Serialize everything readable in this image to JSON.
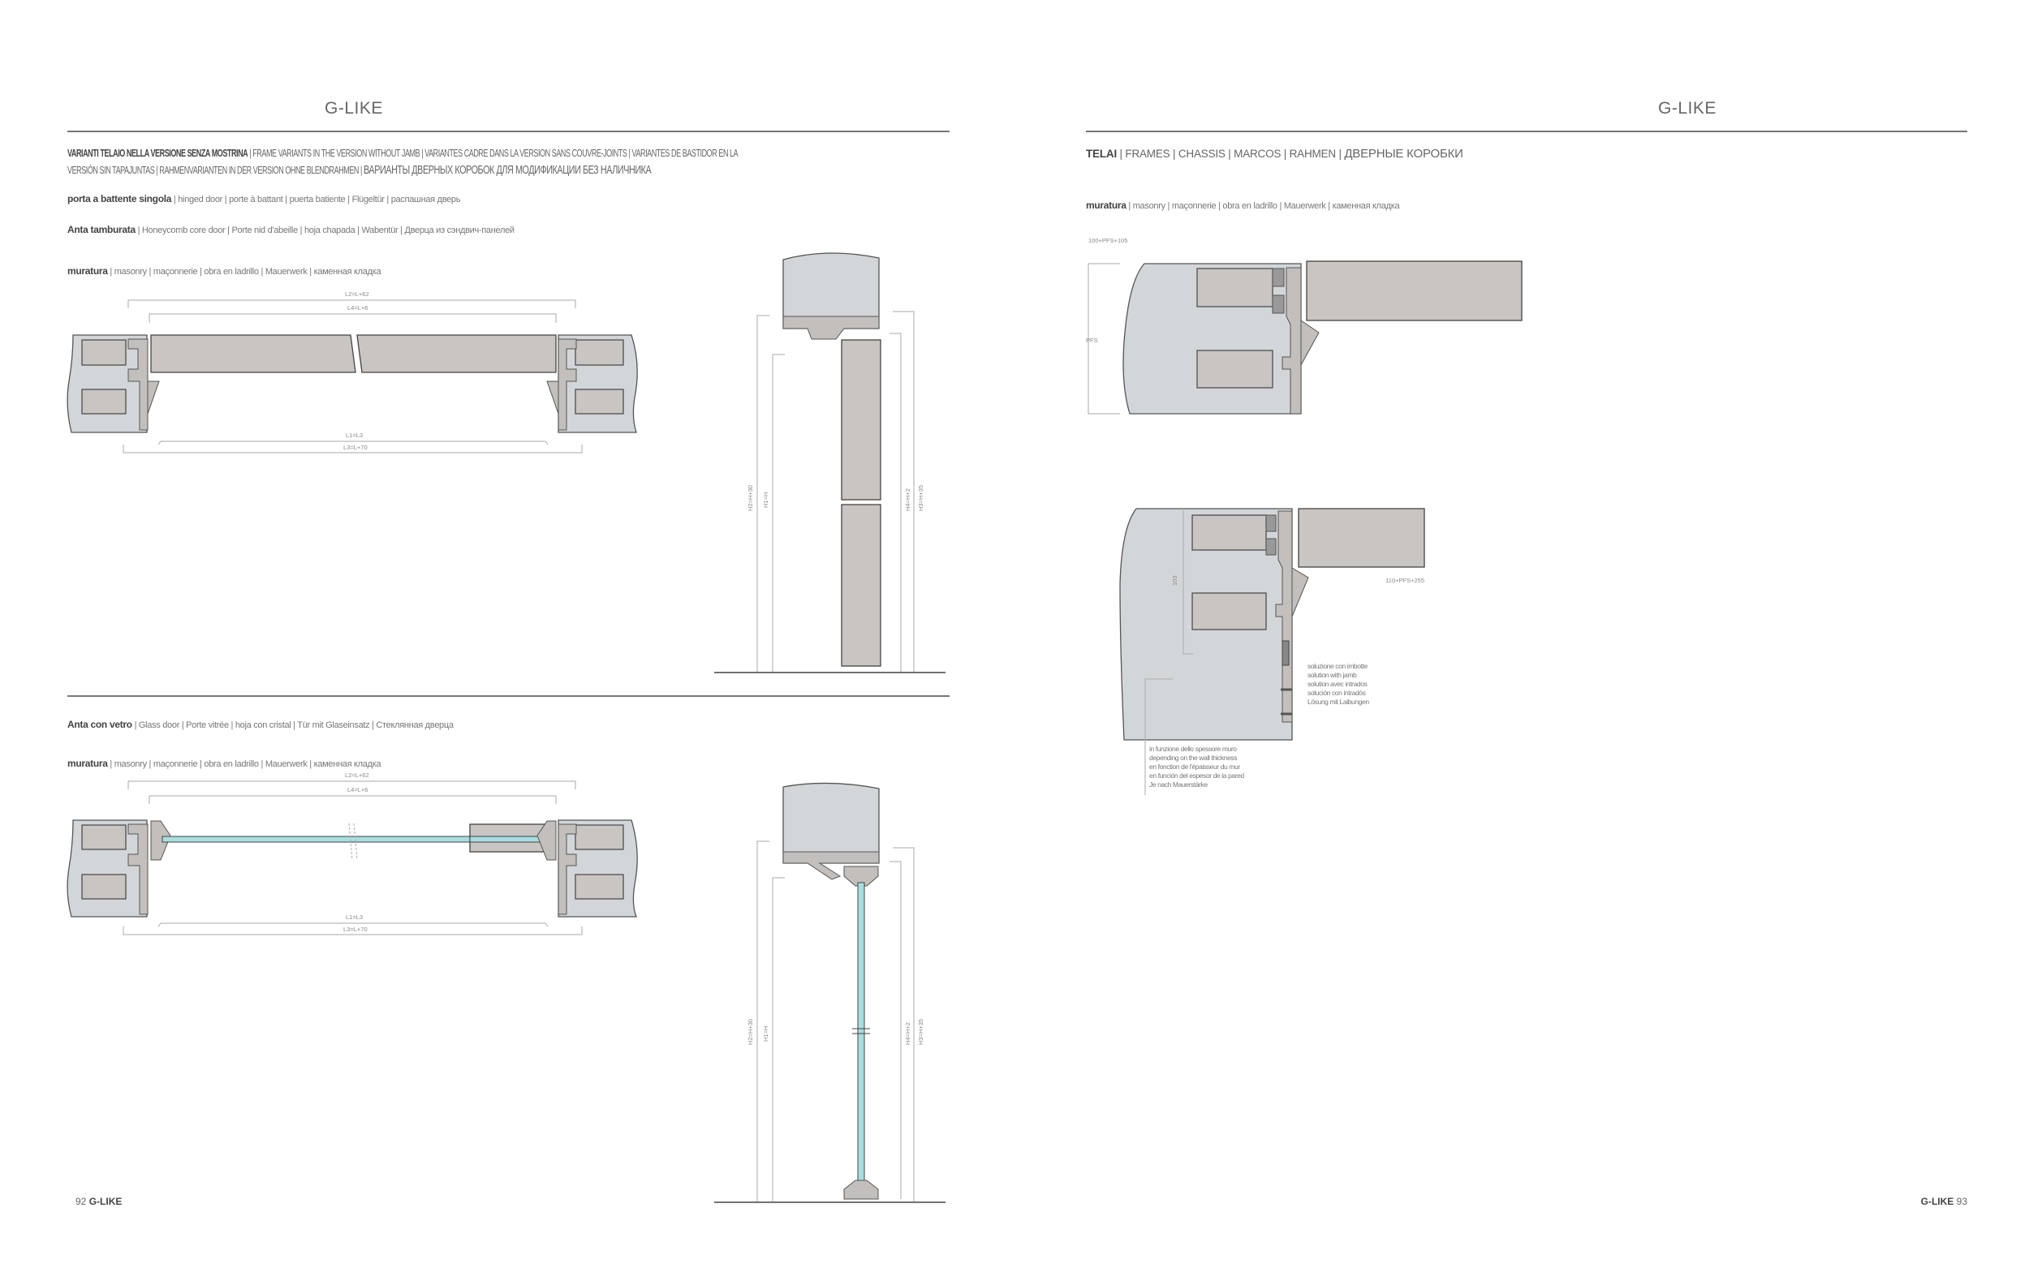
{
  "left_page": {
    "title": "G-LIKE",
    "heading_bold": "VARIANTI TELAIO NELLA VERSIONE SENZA MOSTRINA",
    "heading_line1": " | FRAME VARIANTS IN THE VERSION WITHOUT JAMB | VARIANTES CADRE DANS LA VERSION SANS COUVRE-JOINTS | VARIANTES DE BASTIDOR EN LA",
    "heading_line2": "VERSIÓN SIN TAPAJUNTAS | RAHMENVARIANTEN IN DER VERSION OHNE BLENDRAHMEN | ",
    "heading_ru": "ВАРИАНТЫ ДВЕРНЫХ КОРОБОК ДЛЯ МОДИФИКАЦИИ БЕЗ НАЛИЧНИКА",
    "door_type_bold": "porta a battente singola",
    "door_type": " | hinged door | porte à battant  |  puerta batiente | Flügeltür | распашная дверь",
    "leaf1_bold": "Anta tamburata",
    "leaf1": " | Honeycomb core door | Porte nid d'abeille | hoja chapada | Wabentür |  Дверца из сэндвич-панелей",
    "wall_bold": "muratura",
    "wall": " | masonry | maçonnerie  | obra en ladrillo | Mauerwerk |  каменная кладка",
    "leaf2_bold": "Anta con vetro",
    "leaf2": " | Glass door | Porte vitrée | hoja con cristal | Tür mit Glaseinsatz | Стеклянная дверца",
    "dims": {
      "l2": "L2=L+62",
      "l4": "L4=L+6",
      "l1": "L1=L3",
      "l3": "L3=L+70",
      "h2": "H2=H+30",
      "h1": "H1=H",
      "h4": "H4=H+2",
      "h3": "H3=H+35"
    },
    "page_number": "92",
    "footer_brand": "G-LIKE"
  },
  "right_page": {
    "title": "G-LIKE",
    "heading_bold": "TELAI",
    "heading": " | FRAMES | CHASSIS | MARCOS | RAHMEN | ",
    "heading_ru": "ДВЕРНЫЕ КОРОБКИ",
    "wall_bold": "muratura",
    "wall": " | masonry | maçonnerie  | obra en ladrillo | Mauerwerk |  каменная кладка",
    "dim_top": "100+PFS+105",
    "dim_pfs": "PFS",
    "dim_103": "103",
    "dim_side": "110+PFS+255",
    "note_jamb": [
      "soluzione con imbotte",
      "solution with jamb",
      "solution avec intrados",
      "solución con intradós",
      "Lösung mit Laibungen"
    ],
    "note_wall": [
      "in funzione dello spessore muro",
      "depending on the wall thickness",
      "en fonction de l'épaisseur du mur",
      "en función del espesor de la pared",
      "Je nach Mauerstärke"
    ],
    "page_number": "93",
    "footer_brand": "G-LIKE"
  }
}
